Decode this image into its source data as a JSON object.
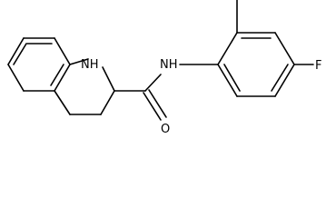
{
  "molecule": {
    "atom_labels": {
      "nh_ring": "NH",
      "nh_amide": "NH",
      "oxygen": "O",
      "fluorine": "F"
    }
  }
}
